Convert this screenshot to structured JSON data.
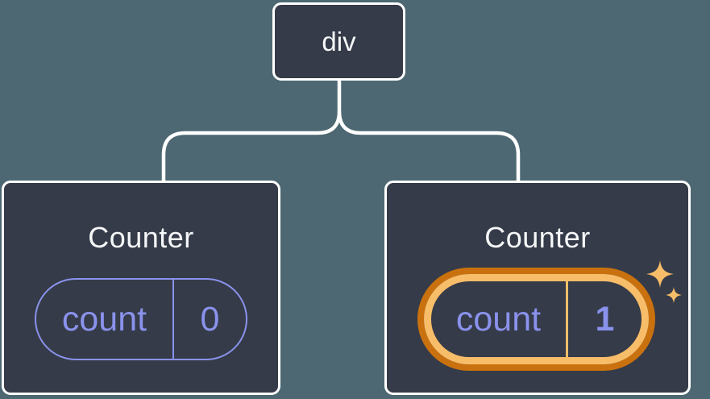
{
  "tree": {
    "root": {
      "label": "div"
    },
    "children": [
      {
        "title": "Counter",
        "state": {
          "name": "count",
          "value": "0"
        },
        "highlighted": false
      },
      {
        "title": "Counter",
        "state": {
          "name": "count",
          "value": "1"
        },
        "highlighted": true
      }
    ]
  },
  "icons": {
    "sparkles": "sparkles-icon"
  },
  "colors": {
    "background": "#4d6872",
    "node_background": "#353b48",
    "node_border": "#ffffff",
    "connector": "#ffffff",
    "title_text": "#f6f7f9",
    "state_accent": "#8a92ec",
    "highlight_dark": "#c9710e",
    "highlight_light": "#f8bd69"
  }
}
